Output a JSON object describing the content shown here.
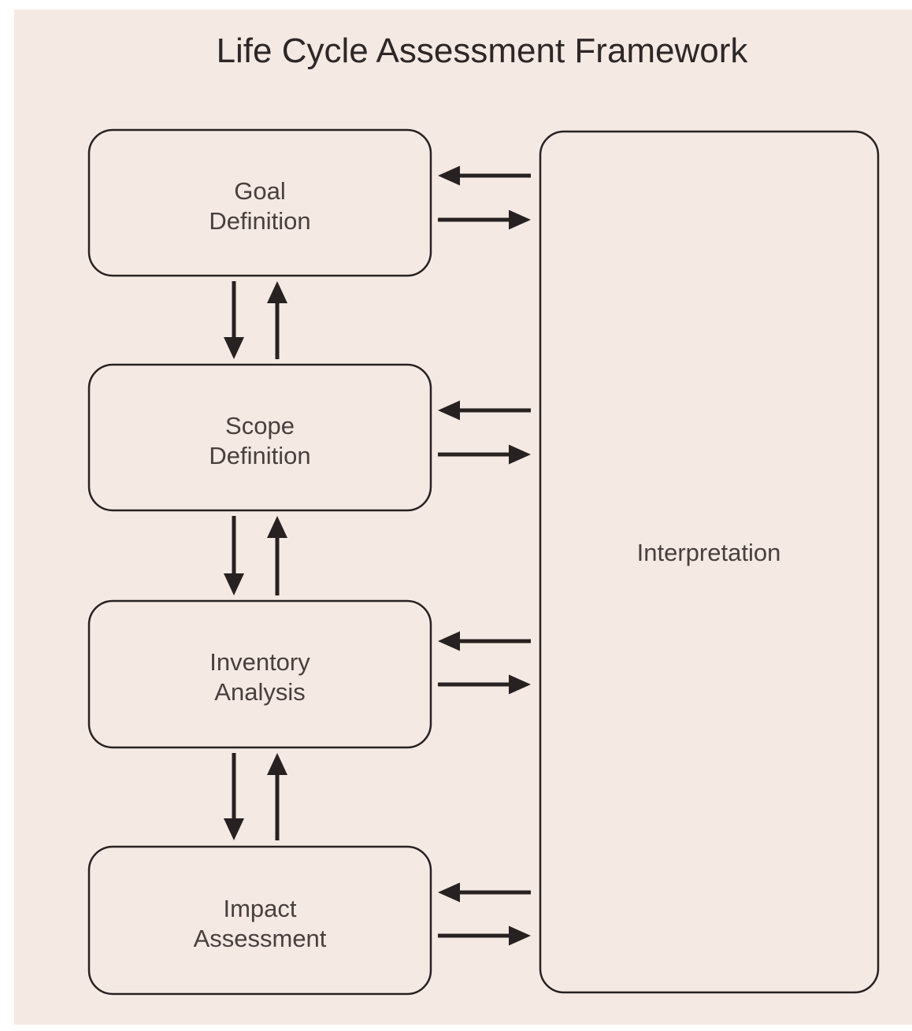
{
  "title": "Life Cycle Assessment Framework",
  "colors": {
    "page_bg": "#ffffff",
    "panel_bg": "#f5eae3",
    "line": "#272122",
    "label_text": "#48403f",
    "title_text": "#2d2728"
  },
  "boxes": [
    {
      "id": "goal-definition",
      "line1": "Goal",
      "line2": "Definition"
    },
    {
      "id": "scope-definition",
      "line1": "Scope",
      "line2": "Definition"
    },
    {
      "id": "inventory-analysis",
      "line1": "Inventory",
      "line2": "Analysis"
    },
    {
      "id": "impact-assessment",
      "line1": "Impact",
      "line2": "Assessment"
    }
  ],
  "interpretation": {
    "label": "Interpretation"
  },
  "connections": [
    {
      "from": "Goal Definition",
      "to": "Scope Definition",
      "style": "bidirectional-vertical"
    },
    {
      "from": "Scope Definition",
      "to": "Inventory Analysis",
      "style": "bidirectional-vertical"
    },
    {
      "from": "Inventory Analysis",
      "to": "Impact Assessment",
      "style": "bidirectional-vertical"
    },
    {
      "from": "Goal Definition",
      "to": "Interpretation",
      "style": "bidirectional-horizontal"
    },
    {
      "from": "Scope Definition",
      "to": "Interpretation",
      "style": "bidirectional-horizontal"
    },
    {
      "from": "Inventory Analysis",
      "to": "Interpretation",
      "style": "bidirectional-horizontal"
    },
    {
      "from": "Impact Assessment",
      "to": "Interpretation",
      "style": "bidirectional-horizontal"
    }
  ]
}
